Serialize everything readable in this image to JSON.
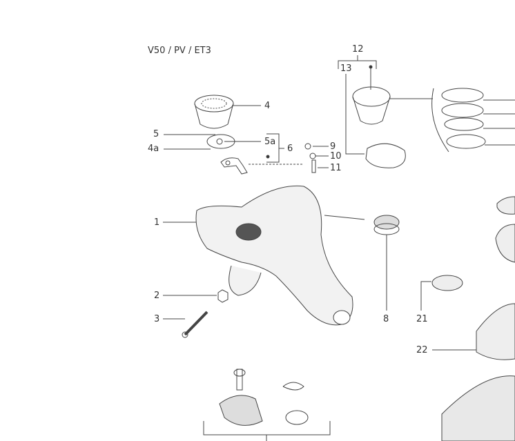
{
  "title": "V50 / PV / ET3",
  "labels": {
    "p1": "1",
    "p2": "2",
    "p3": "3",
    "p4": "4",
    "p4a": "4a",
    "p5": "5",
    "p5a": "5a",
    "p6": "6",
    "p8": "8",
    "p9": "9",
    "p10": "10",
    "p11": "11",
    "p12": "12",
    "p13": "13",
    "p21": "21",
    "p22": "22"
  },
  "line_color": "#444444"
}
